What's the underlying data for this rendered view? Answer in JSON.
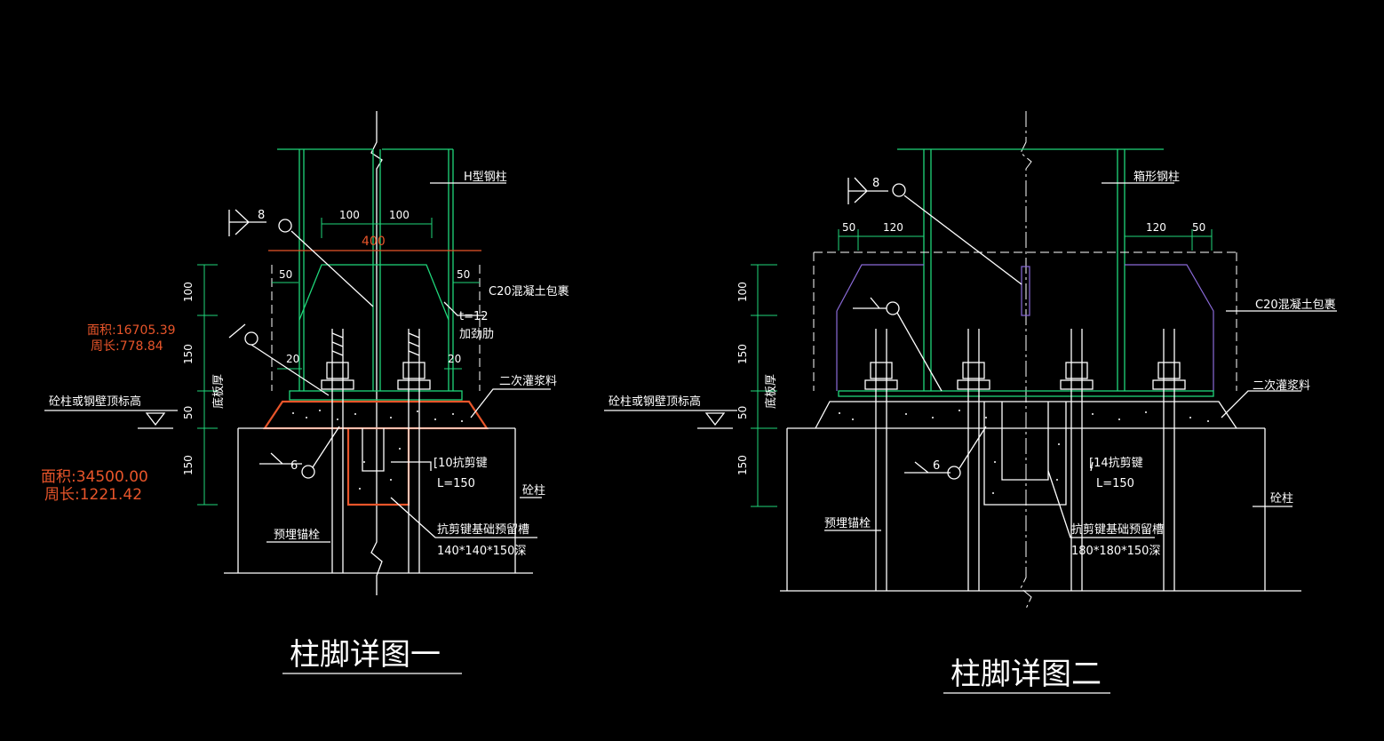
{
  "colors": {
    "background": "#000000",
    "line_white": "#ffffff",
    "line_green": "#1fd67a",
    "highlight_red": "#e8552a",
    "line_purple": "#8a6ad8"
  },
  "detail1": {
    "title": "柱脚详图一",
    "column_label": "H型钢柱",
    "encasement_label": "C20混凝土包裹",
    "stiffener_thickness": "t=12",
    "stiffener_label": "加劲肋",
    "grout_label": "二次灌浆料",
    "ground_label": "砼柱或钢壁顶标高",
    "shear_key_label": "[10抗剪键",
    "shear_key_length": "L=150",
    "concrete_column_label": "砼柱",
    "anchor_label": "预埋锚栓",
    "groove_label": "抗剪键基础预留槽",
    "groove_size": "140*140*150深",
    "base_plate_label": "底板厚",
    "weld_top": "8",
    "weld_bottom": "6",
    "dims": {
      "d100a": "100",
      "d100b": "100",
      "d400": "400",
      "d50a": "50",
      "d50b": "50",
      "d20a": "20",
      "d20b": "20",
      "v100": "100",
      "v150a": "150",
      "v50": "50",
      "v150b": "150"
    },
    "area1_label": "面积:16705.39",
    "perim1_label": "周长:778.84",
    "area2_label": "面积:34500.00",
    "perim2_label": "周长:1221.42"
  },
  "detail2": {
    "title": "柱脚详图二",
    "column_label": "箱形钢柱",
    "encasement_label": "C20混凝土包裹",
    "grout_label": "二次灌浆料",
    "ground_label": "砼柱或钢壁顶标高",
    "shear_key_label": "[14抗剪键",
    "shear_key_length": "L=150",
    "concrete_column_label": "砼柱",
    "anchor_label": "预埋锚栓",
    "groove_label": "抗剪键基础预留槽",
    "groove_size": "180*180*150深",
    "base_plate_label": "底板厚",
    "weld_top": "8",
    "weld_bottom": "6",
    "dims": {
      "d50a": "50",
      "d120a": "120",
      "d120b": "120",
      "d50b": "50",
      "v100": "100",
      "v150a": "150",
      "v50": "50",
      "v150b": "150"
    }
  }
}
